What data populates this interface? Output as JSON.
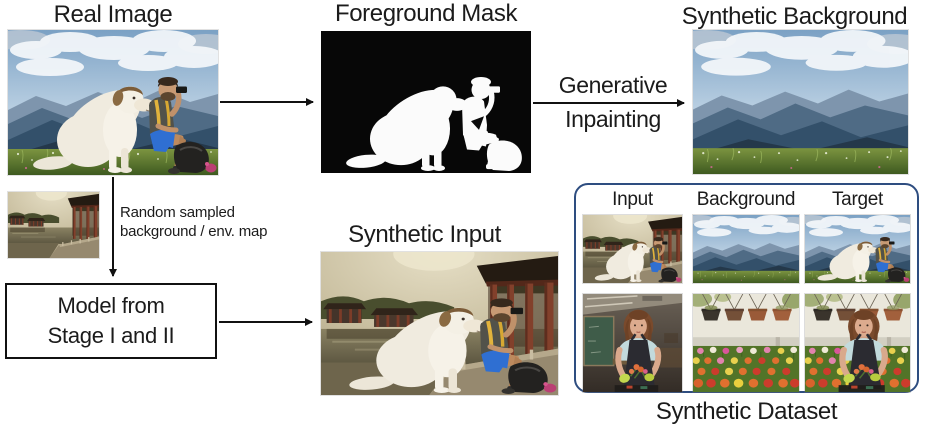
{
  "titles": {
    "real_image": "Real Image",
    "foreground_mask": "Foreground Mask",
    "synthetic_background": "Synthetic Background",
    "synthetic_input": "Synthetic Input"
  },
  "flow_labels": {
    "generative_inpainting": [
      "Generative",
      "Inpainting"
    ],
    "random_sample": [
      "Random sampled",
      "background / env. map"
    ],
    "model_box": [
      "Model from",
      "Stage I and II"
    ]
  },
  "dataset_panel": {
    "columns": [
      "Input",
      "Background",
      "Target"
    ],
    "caption": "Synthetic Dataset",
    "border_color": "#2e4d80"
  },
  "photos": {
    "real_image": "Man with binoculars sitting beside a white dog on a mountain meadow",
    "foreground_mask": "Black and white segmentation mask of the man and dog",
    "synthetic_background": "Inpainted mountain landscape without the subjects",
    "env_map": "Random sampled temple pond background / environment map",
    "synthetic_input": "Man and dog composited into the temple scene",
    "dataset_r1_input": "Man and dog in temple scene",
    "dataset_r1_background": "Mountain landscape",
    "dataset_r1_target": "Man and dog on mountain meadow",
    "dataset_r2_input": "Woman holding tulips in a classroom",
    "dataset_r2_background": "Greenhouse with hanging pots above a tulip field",
    "dataset_r2_target": "Woman composited into the greenhouse"
  }
}
